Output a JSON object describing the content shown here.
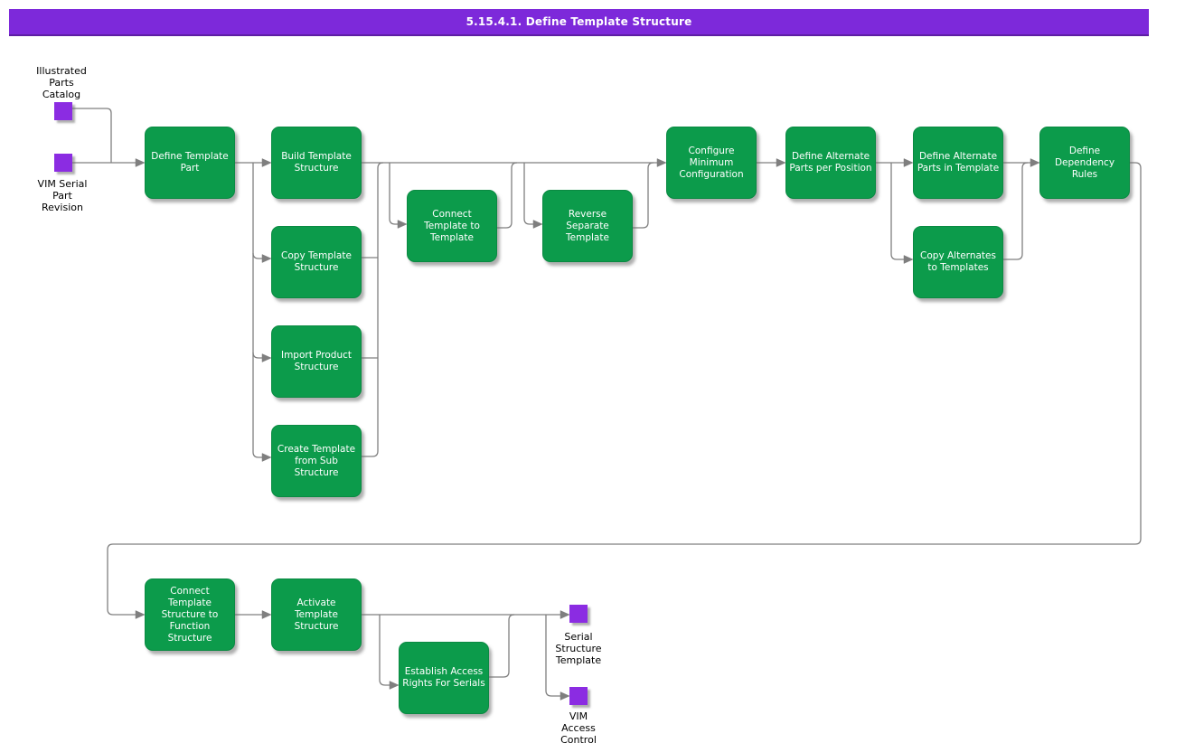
{
  "banner": {
    "title": "5.15.4.1. Define Template Structure"
  },
  "colors": {
    "banner_bg": "#7d29da",
    "node_bg": "#0c9b4b",
    "event_bg": "#8b2ce2",
    "line": "#7f7f7f",
    "node_text": "#ffffff",
    "label_text": "#000000"
  },
  "events": [
    {
      "label": "Illustrated\nParts\nCatalog"
    },
    {
      "label": "VIM Serial\nPart\nRevision"
    },
    {
      "label": "Serial\nStructure\nTemplate"
    },
    {
      "label": "VIM\nAccess\nControl"
    }
  ],
  "nodes": [
    {
      "label": "Define Template\nPart"
    },
    {
      "label": "Build Template\nStructure"
    },
    {
      "label": "Copy Template\nStructure"
    },
    {
      "label": "Import Product\nStructure"
    },
    {
      "label": "Create Template\nfrom Sub\nStructure"
    },
    {
      "label": "Connect\nTemplate to\nTemplate"
    },
    {
      "label": "Reverse\nSeparate\nTemplate"
    },
    {
      "label": "Configure\nMinimum\nConfiguration"
    },
    {
      "label": "Define Alternate\nParts per Position"
    },
    {
      "label": "Define Alternate\nParts in Template"
    },
    {
      "label": "Copy Alternates\nto Templates"
    },
    {
      "label": "Define\nDependency\nRules"
    },
    {
      "label": "Connect\nTemplate\nStructure to\nFunction\nStructure"
    },
    {
      "label": "Activate\nTemplate\nStructure"
    },
    {
      "label": "Establish Access\nRights For Serials"
    }
  ]
}
